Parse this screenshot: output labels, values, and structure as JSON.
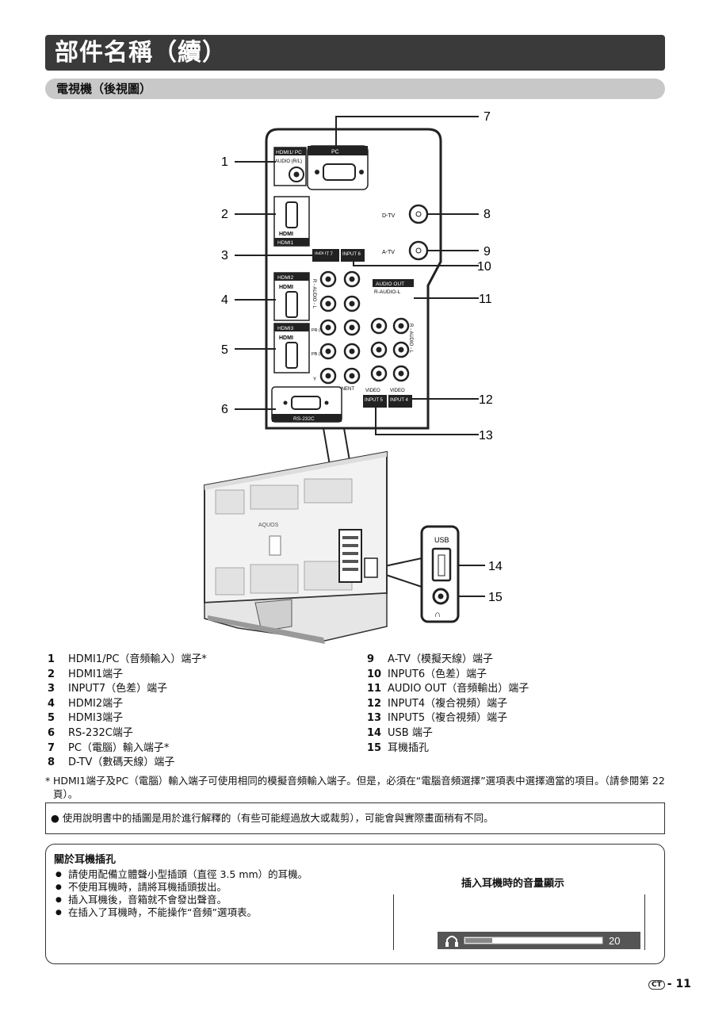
{
  "header": {
    "title": "部件名稱（續）",
    "subtitle": "電視機（後視圖）"
  },
  "diagram": {
    "callouts": [
      "1",
      "2",
      "3",
      "4",
      "5",
      "6",
      "7",
      "8",
      "9",
      "10",
      "11",
      "12",
      "13",
      "14",
      "15"
    ],
    "port_labels": {
      "hdmi1_pc": "HDMI1/ PC",
      "audio_rl": "AUDIO (R/L)",
      "pc": "PC",
      "hdmi_logo": "HDMI",
      "hdmi1": "HDMI1",
      "hdmi2": "HDMI2",
      "hdmi3": "HDMI3",
      "input7": "INPUT 7",
      "input6": "INPUT 6",
      "input5": "INPUT 5",
      "input4": "INPUT 4",
      "dtv": "D-TV",
      "atv": "A-TV",
      "audio_out": "AUDIO OUT",
      "r_audio_l": "R-AUDIO-L",
      "audio_vertical": "R - AUDIO - L",
      "pb_cb": "PB (CB)",
      "pr_cr": "PR (CR)",
      "y": "Y",
      "component": "COMPONENT",
      "video": "VIDEO",
      "rs232c": "RS-232C",
      "usb": "USB",
      "brand": "AQUOS"
    }
  },
  "legend_left": [
    {
      "num": "1",
      "text": "HDMI1/PC（音頻輸入）端子*"
    },
    {
      "num": "2",
      "text": "HDMI1端子"
    },
    {
      "num": "3",
      "text": "INPUT7（色差）端子"
    },
    {
      "num": "4",
      "text": "HDMI2端子"
    },
    {
      "num": "5",
      "text": "HDMI3端子"
    },
    {
      "num": "6",
      "text": "RS-232C端子"
    },
    {
      "num": "7",
      "text": "PC（電腦）輸入端子*"
    },
    {
      "num": "8",
      "text": "D-TV（數碼天線）端子"
    }
  ],
  "legend_right": [
    {
      "num": "9",
      "text": "A-TV（模擬天線）端子"
    },
    {
      "num": "10",
      "text": "INPUT6（色差）端子"
    },
    {
      "num": "11",
      "text": "AUDIO OUT（音頻輸出）端子"
    },
    {
      "num": "12",
      "text": "INPUT4（複合視頻）端子"
    },
    {
      "num": "13",
      "text": "INPUT5（複合視頻）端子"
    },
    {
      "num": "14",
      "text": "USB 端子"
    },
    {
      "num": "15",
      "text": "耳機插孔"
    }
  ],
  "footnote": {
    "star": "*",
    "text": "HDMI1端子及PC（電腦）輸入端子可使用相同的模擬音頻輸入端子。但是，必須在“電腦音頻選擇”選項表中選擇適當的項目。（請參閱第 22 頁）。"
  },
  "notice": "● 使用說明書中的插圖是用於進行解釋的（有些可能經過放大或裁剪），可能會與實際畫面稍有不同。",
  "headphone": {
    "title": "關於耳機插孔",
    "items": [
      "請使用配備立體聲小型插頭（直徑 3.5 mm）的耳機。",
      "不使用耳機時，請將耳機插頭拔出。",
      "插入耳機後，音箱就不會發出聲音。",
      "在插入了耳機時，不能操作“音頻”選項表。"
    ],
    "caption": "插入耳機時的音量顯示",
    "volume_value": "20",
    "volume_level": 0.2,
    "volume_max": 100
  },
  "page": {
    "lang_badge": "CT",
    "separator": "-",
    "number": "11"
  },
  "colors": {
    "title_bg": "#3a3a3a",
    "subtitle_bg": "#c8c8c8",
    "vol_bar_bg": "#555555"
  }
}
